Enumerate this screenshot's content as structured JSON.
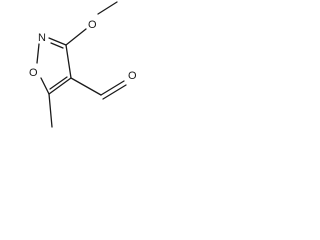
{
  "molecule": {
    "atoms": {
      "ring_nitrogen": "N",
      "ring_oxygen": "O",
      "methoxy_oxygen": "O",
      "aldehyde_oxygen": "O"
    },
    "colors": {
      "ink": "#1a1a1a",
      "background": "#ffffff"
    }
  }
}
